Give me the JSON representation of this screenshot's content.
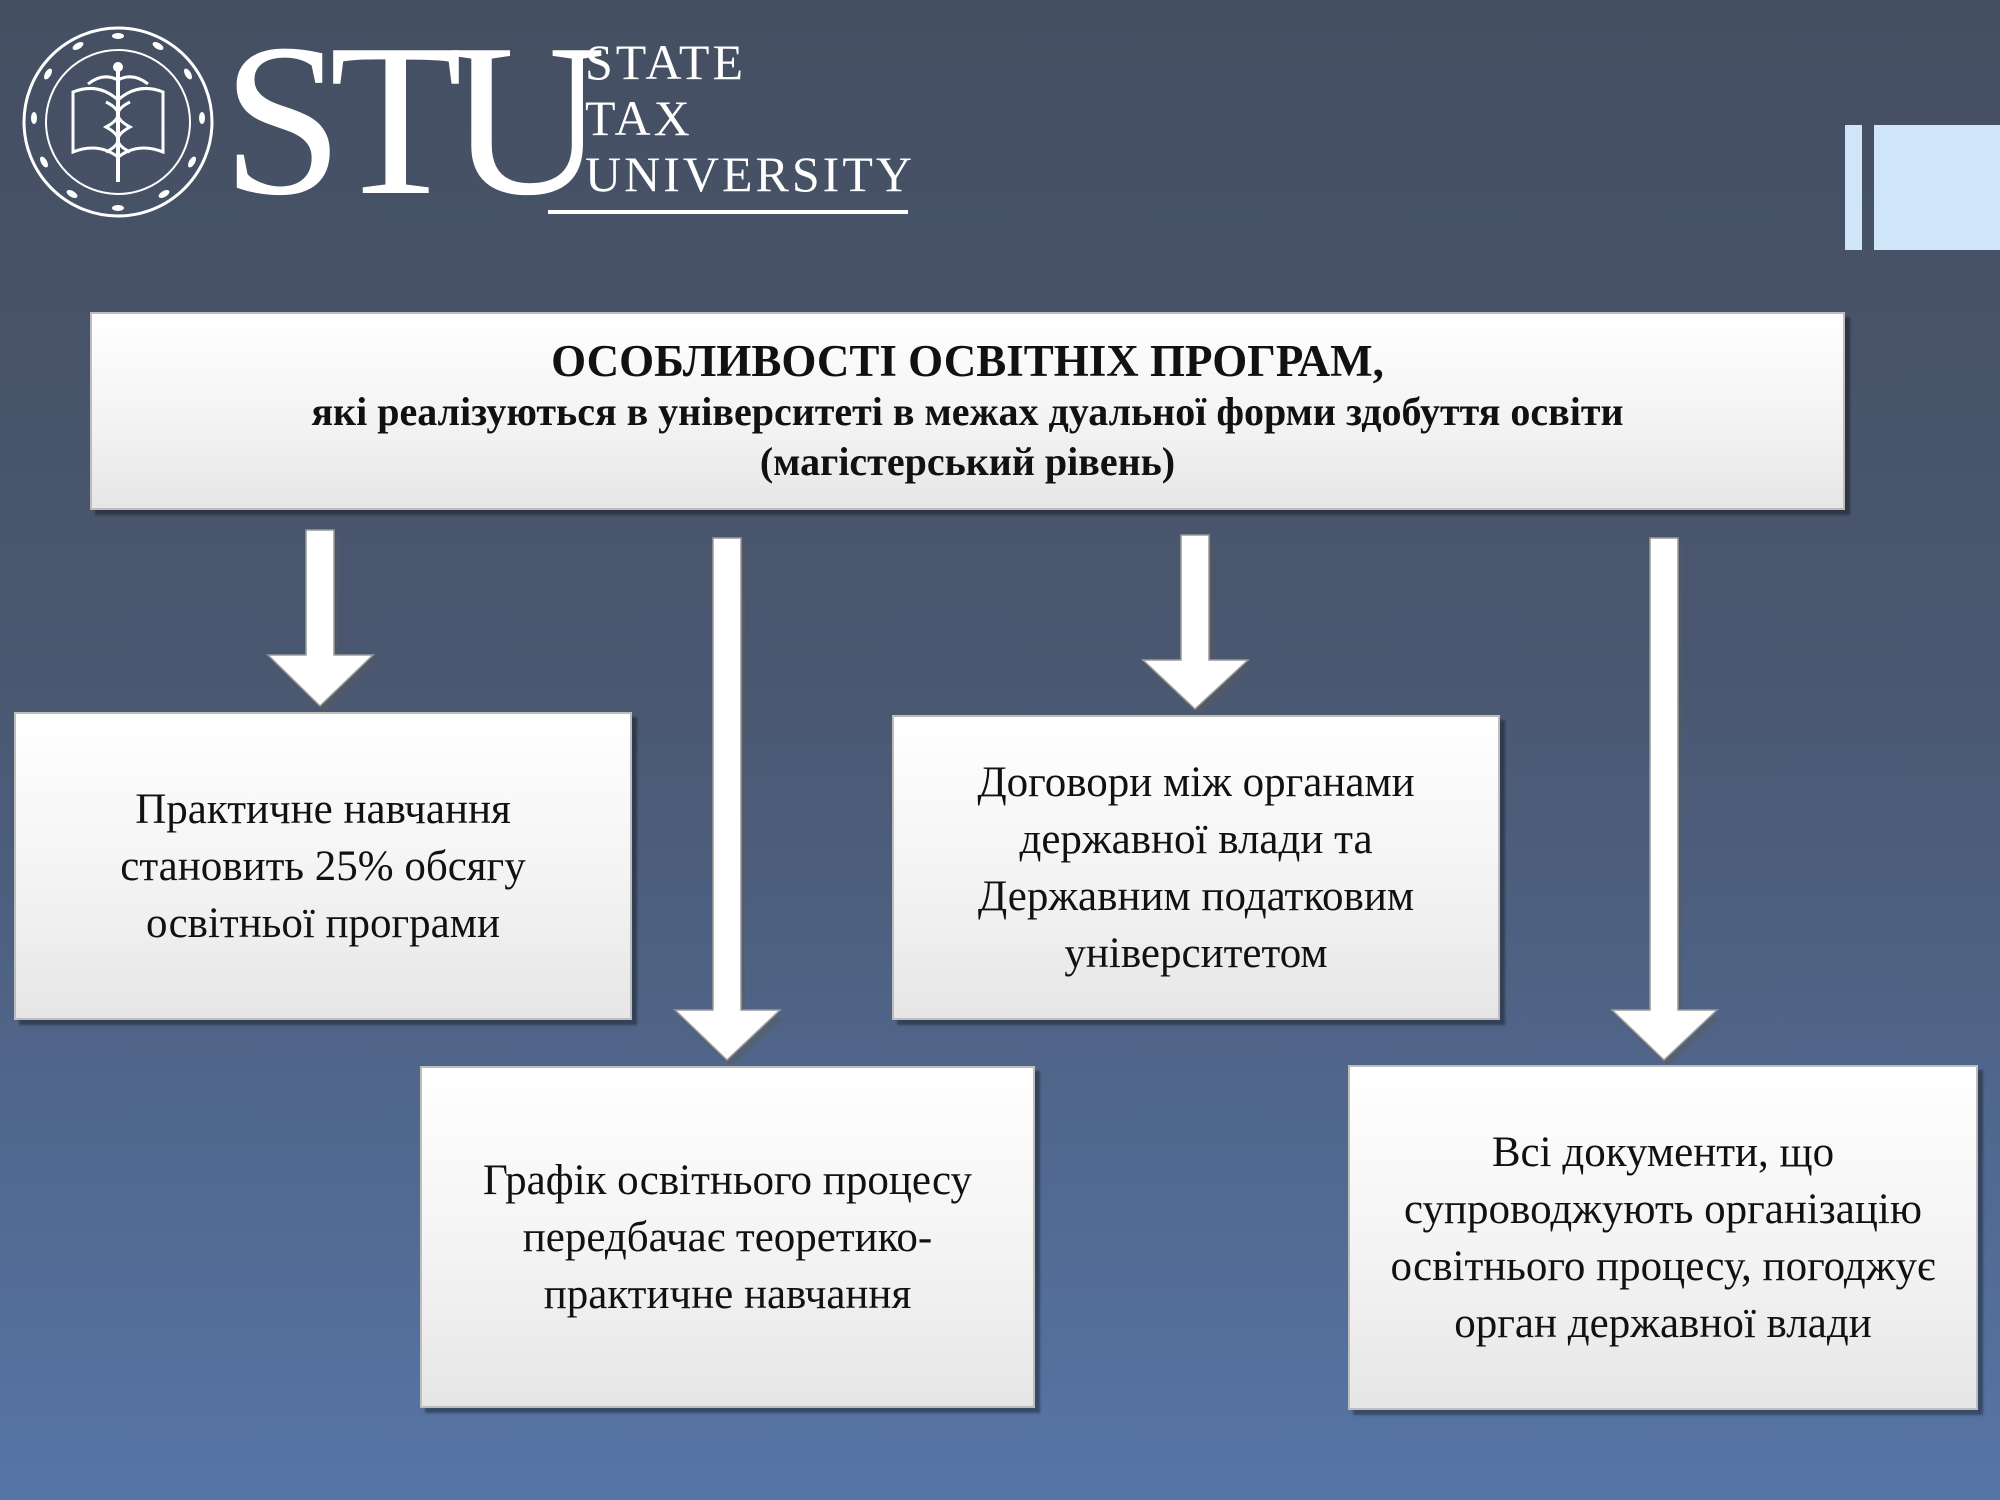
{
  "logo": {
    "letters": "STU",
    "words": [
      "STATE",
      "TAX",
      "UNIVERSITY"
    ]
  },
  "header": {
    "line1": "ОСОБЛИВОСТІ ОСВІТНІХ ПРОГРАМ,",
    "line2": "які реалізуються в університеті в межах дуальної форми здобуття освіти",
    "line3": "(магістерський рівень)"
  },
  "boxes": [
    {
      "lines": [
        "Практичне навчання",
        "становить 25% обсягу",
        "освітньої програми"
      ]
    },
    {
      "lines": [
        "Графік освітнього процесу",
        "передбачає теоретико-",
        "практичне навчання"
      ]
    },
    {
      "lines": [
        "Договори між органами",
        "державної влади та",
        "Державним податковим",
        "університетом"
      ]
    },
    {
      "lines": [
        "Всі документи, що",
        "супроводжують організацію",
        "освітнього процесу, погоджує",
        "орган державної влади"
      ]
    }
  ],
  "colors": {
    "accent_deco": "#cfe6fa",
    "box_fill": "#f2f2f2"
  }
}
